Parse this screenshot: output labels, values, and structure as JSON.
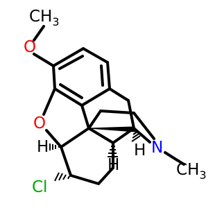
{
  "colors": {
    "background": "#ffffff",
    "bond": "#000000",
    "oxygen": "#ff0000",
    "nitrogen": "#0000ff",
    "chlorine": "#00aa00",
    "hydrogen": "#000000",
    "carbon": "#000000"
  },
  "atoms": {
    "methyl_top": {
      "symbol": "CH",
      "subscript": "3"
    },
    "ether_o": {
      "symbol": "O"
    },
    "ring_o": {
      "symbol": "O"
    },
    "nitrogen": {
      "symbol": "N"
    },
    "n_methyl": {
      "symbol": "CH",
      "subscript": "3"
    },
    "chlorine": {
      "symbol": "Cl"
    },
    "h_left": {
      "symbol": "H"
    },
    "h_center": {
      "symbol": "H"
    },
    "h_right": {
      "symbol": "H"
    }
  }
}
